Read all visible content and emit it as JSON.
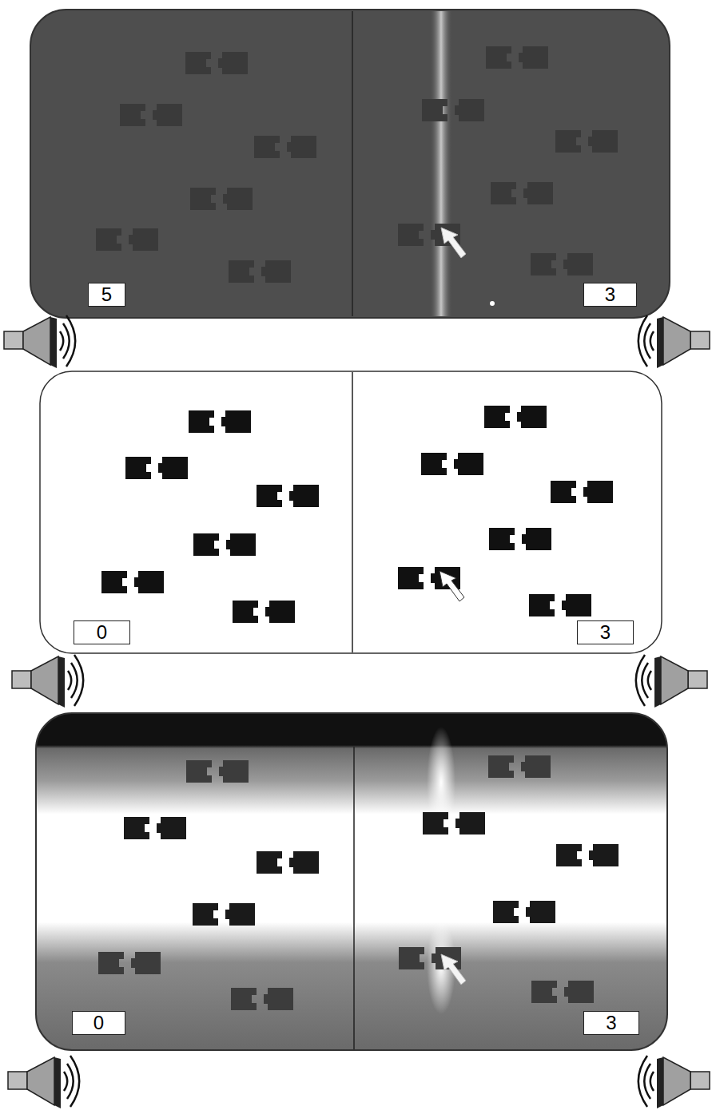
{
  "diagram": {
    "nodes": [
      {
        "text": [
          "5"
        ]
      },
      {
        "text": [
          "3"
        ]
      },
      {
        "text": [
          "0"
        ]
      },
      {
        "text": [
          "3"
        ]
      },
      {
        "text": [
          "0"
        ]
      },
      {
        "text": [
          "3"
        ]
      }
    ]
  }
}
